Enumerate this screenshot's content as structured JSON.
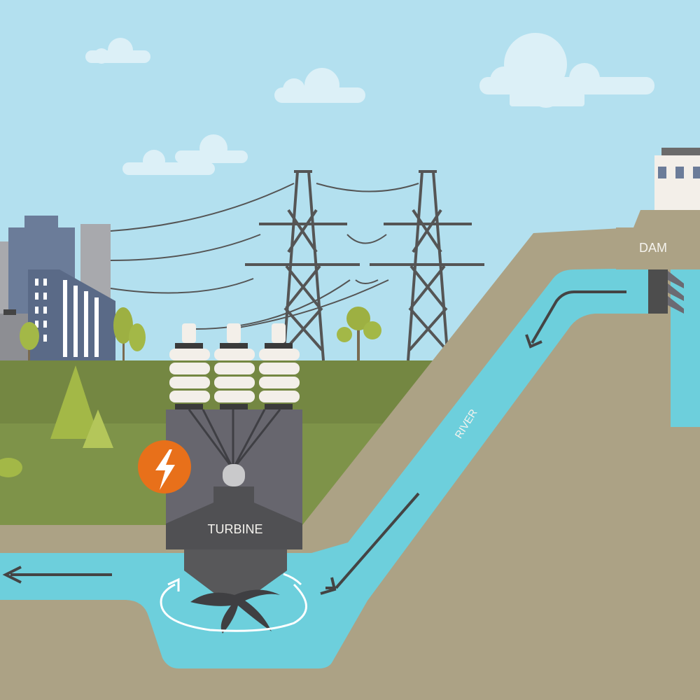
{
  "labels": {
    "dam": "DAM",
    "river": "RIVER",
    "turbine": "TURBINE"
  },
  "icons": [
    "cloud-icon",
    "power-tower-icon",
    "lightning-bolt-icon",
    "tree-icon",
    "building-icon",
    "flow-arrow-icon",
    "rotation-arrow-icon"
  ],
  "colors": {
    "sky": "#b3e0ef",
    "water": "#6dcfdc",
    "earth": "#aca285",
    "grass": "#7a8d45",
    "turbine": "#67666e",
    "accent": "#e8701a"
  }
}
